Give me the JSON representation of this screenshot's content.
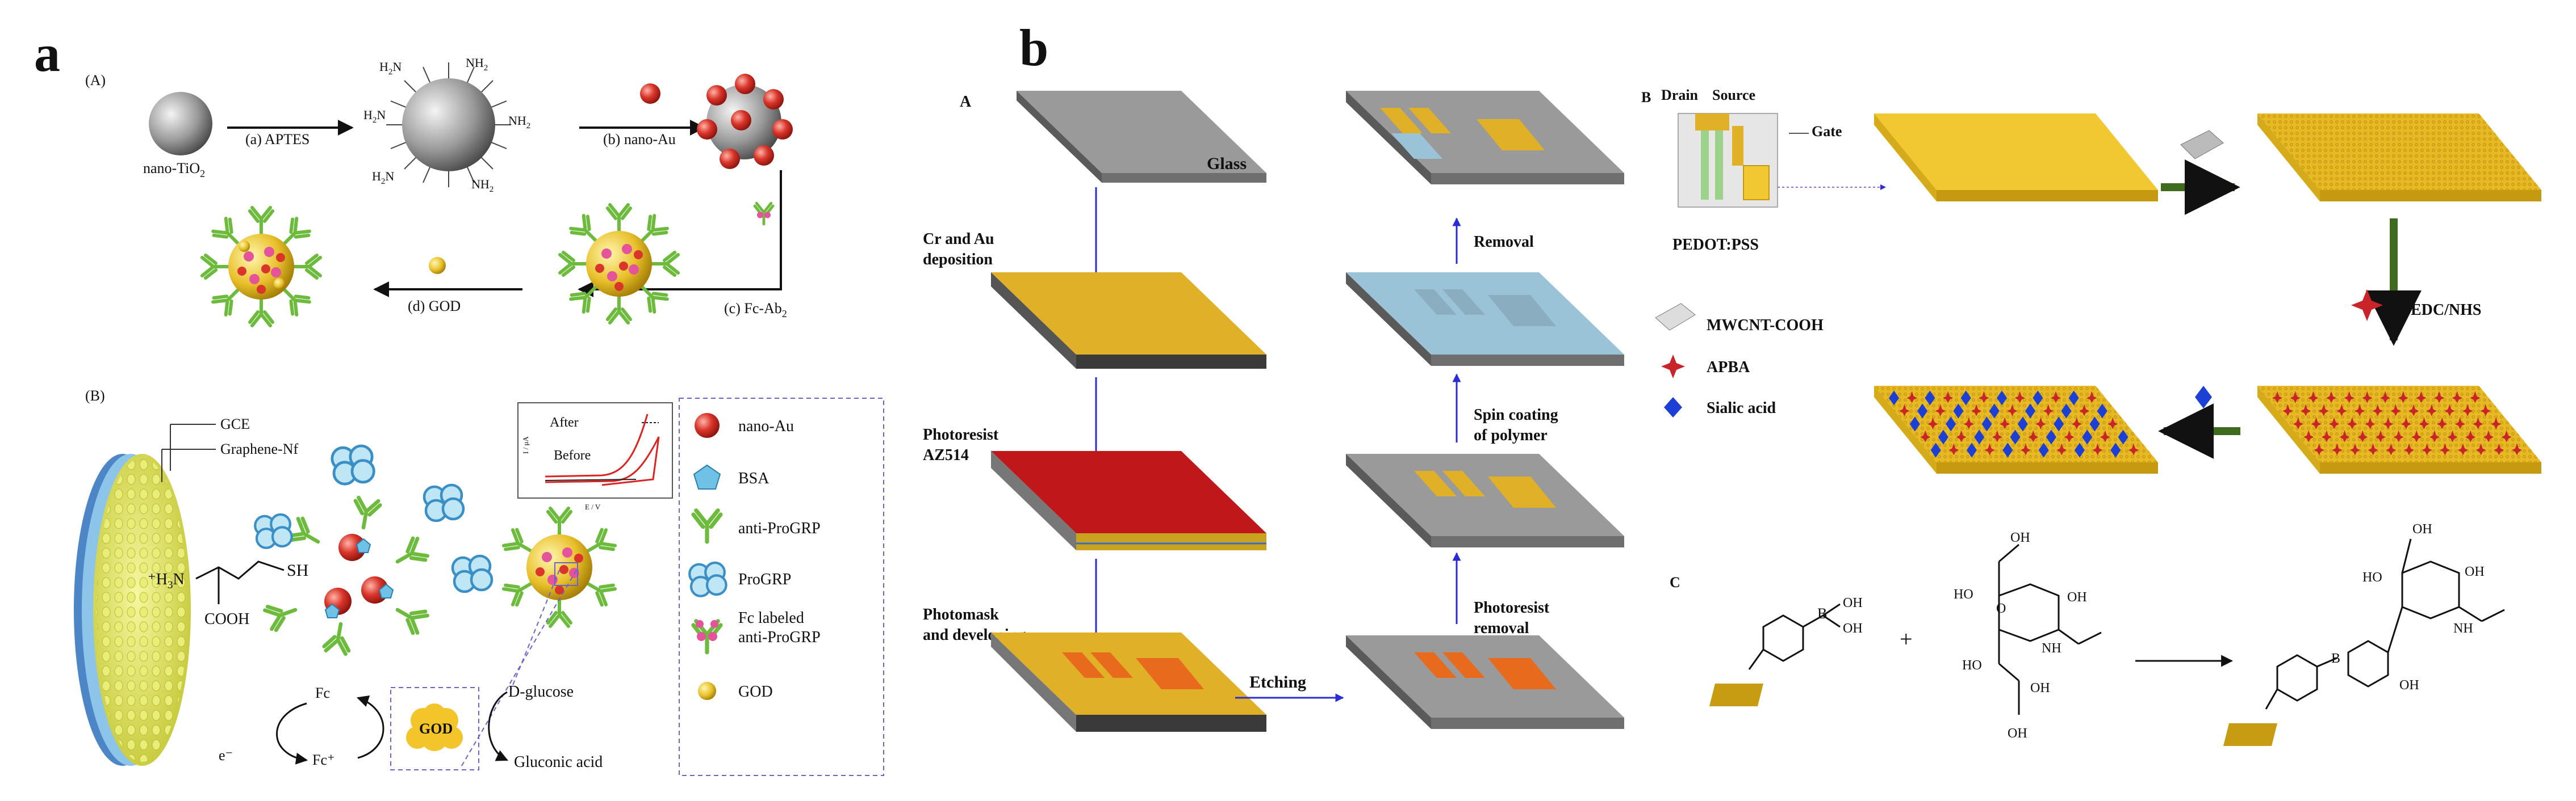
{
  "panel_a": {
    "letter": "a",
    "sub_A": "(A)",
    "sub_B": "(B)",
    "tio2_label": "nano-TiO",
    "tio2_sub": "2",
    "step_a": "(a) APTES",
    "step_b": "(b) nano-Au",
    "step_c": "(c) Fc-Ab",
    "step_c_sub": "2",
    "step_d": "(d) GOD",
    "nh2": "NH",
    "nh2_sub": "2",
    "h2n": "H",
    "h2n_tail": "N",
    "gce": "GCE",
    "graphene": "Graphene-Nf",
    "cys_h": "⁺H",
    "cys_sub": "3",
    "cys_n": "N",
    "sh": "SH",
    "cooh": "COOH",
    "fc": "Fc",
    "fc_plus": "Fc⁺",
    "e_minus": "e⁻",
    "god_center": "GOD",
    "dglucose": "D-glucose",
    "gluconic": "Gluconic acid",
    "cv_after": "After",
    "cv_before": "Before",
    "cv_xlabel": "E / V",
    "cv_ylabel": "I / μA",
    "legend": [
      {
        "label": "nano-Au"
      },
      {
        "label": "BSA"
      },
      {
        "label": "anti-ProGRP"
      },
      {
        "label": "ProGRP"
      },
      {
        "label": "Fc labeled anti-ProGRP"
      },
      {
        "label": "GOD"
      }
    ],
    "legend_line1": "Fc labeled",
    "legend_line2": "anti-ProGRP"
  },
  "panel_b": {
    "letter": "b",
    "sub_A": "A",
    "sub_B": "B",
    "sub_C": "C",
    "glass": "Glass",
    "cr_au_1": "Cr and Au",
    "cr_au_2": "deposition",
    "photoresist_1": "Photoresist",
    "photoresist_2": "AZ514",
    "photomask_1": "Photomask",
    "photomask_2": "and developing",
    "etching": "Etching",
    "pr_removal_1": "Photoresist",
    "pr_removal_2": "removal",
    "spin_1": "Spin coating",
    "spin_2": "of polymer",
    "removal": "Removal",
    "drain": "Drain",
    "source": "Source",
    "gate": "Gate",
    "pedot": "PEDOT:PSS",
    "edc": "EDC/NHS",
    "mwcnt": "MWCNT-COOH",
    "apba": "APBA",
    "sialic": "Sialic acid",
    "oh": "OH",
    "ho": "HO",
    "b": "B",
    "o": "O",
    "nh": "NH",
    "plus": "+"
  },
  "colors": {
    "gold": "#e8b923",
    "red_resist": "#c0171b",
    "blue_film": "#9bc3d8",
    "orange_pattern": "#e86a1d",
    "arrow_blue": "#2b2bd8",
    "arrow_green": "#3f6b1f",
    "legend_border": "#6b63c9",
    "sphere_red": "#d9352a",
    "antibody_green": "#6dbb3d"
  }
}
